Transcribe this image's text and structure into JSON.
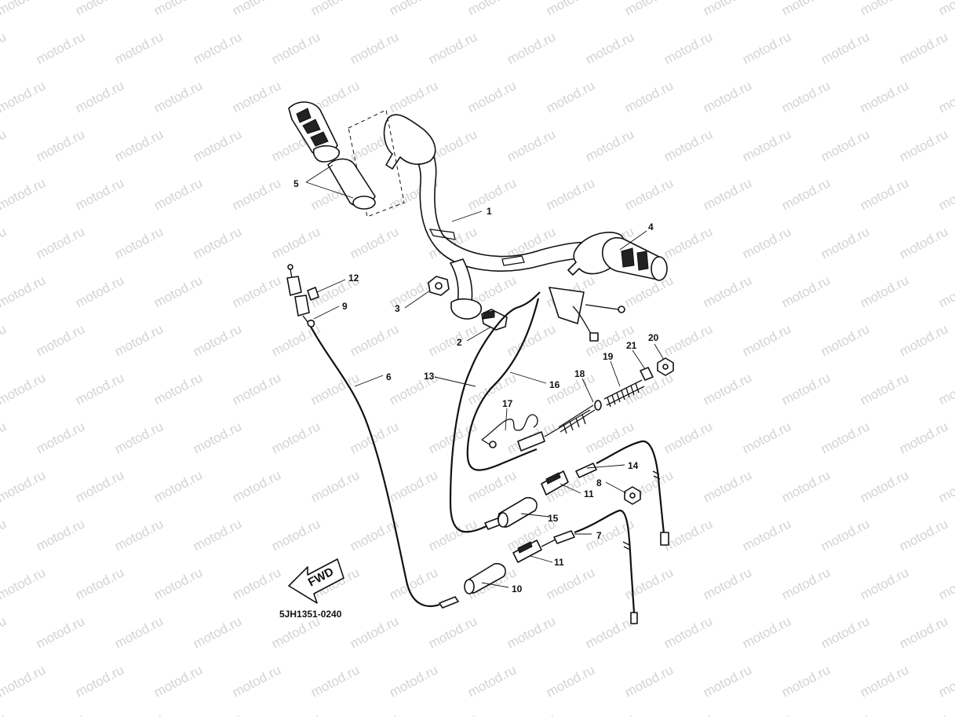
{
  "watermark": "motod.ru",
  "diagram_code": "5JH1351-0240",
  "direction_label": "FWD",
  "callouts": {
    "c1": "1",
    "c2": "2",
    "c3": "3",
    "c4": "4",
    "c5": "5",
    "c6": "6",
    "c7": "7",
    "c8": "8",
    "c9": "9",
    "c10": "10",
    "c11a": "11",
    "c11b": "11",
    "c12": "12",
    "c13": "13",
    "c14": "14",
    "c15": "15",
    "c16": "16",
    "c17": "17",
    "c18": "18",
    "c19": "19",
    "c20": "20",
    "c21": "21"
  }
}
